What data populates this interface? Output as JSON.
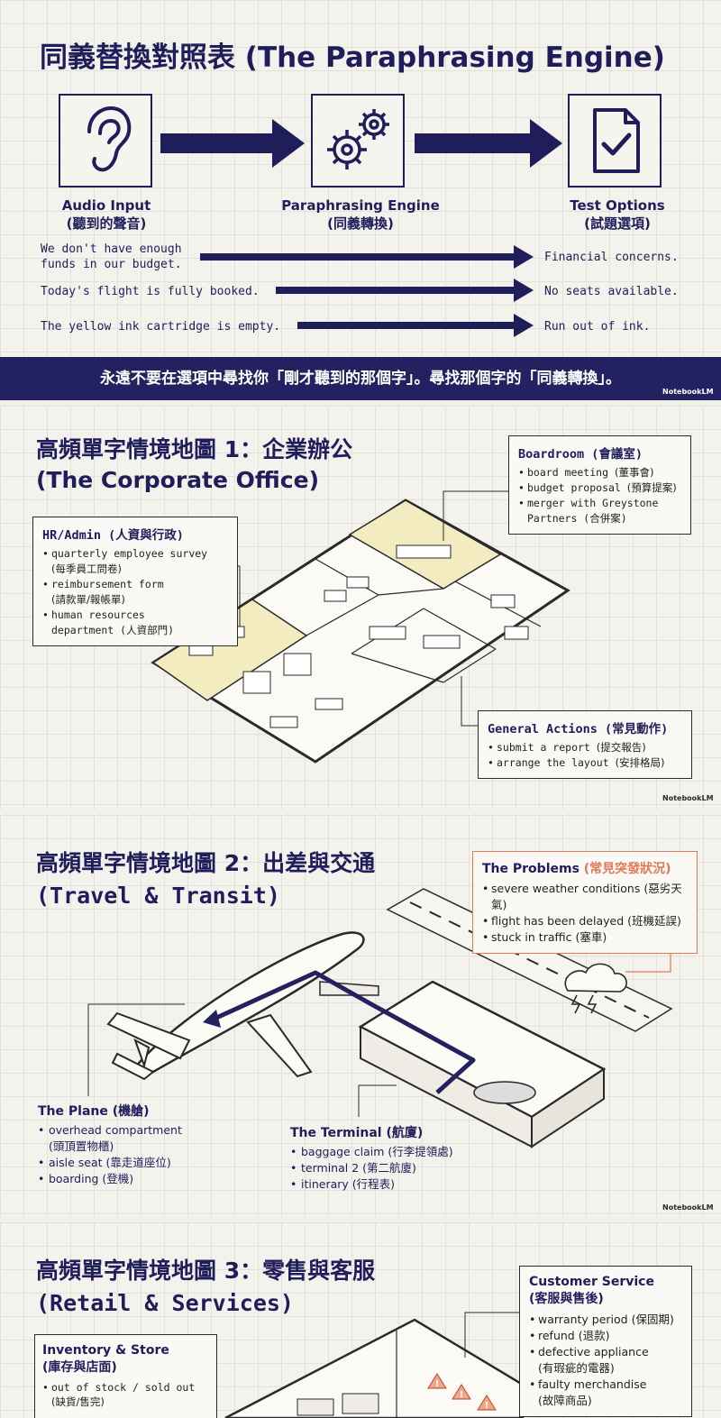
{
  "panel1": {
    "title": "同義替換對照表 (The Paraphrasing Engine)",
    "stages": [
      {
        "en": "Audio Input",
        "zh": "(聽到的聲音)",
        "icon": "ear-icon"
      },
      {
        "en": "Paraphrasing Engine",
        "zh": "(同義轉換)",
        "icon": "gears-icon"
      },
      {
        "en": "Test Options",
        "zh": "(試題選項)",
        "icon": "checklist-icon"
      }
    ],
    "examples": [
      {
        "heard_line1": "We don't have enough",
        "heard_line2": "funds in our budget.",
        "option": "Financial concerns."
      },
      {
        "heard_line1": "Today's flight is fully booked.",
        "heard_line2": "",
        "option": "No seats available."
      },
      {
        "heard_line1": "The yellow ink cartridge is empty.",
        "heard_line2": "",
        "option": "Run out of ink."
      }
    ],
    "banner": "永遠不要在選項中尋找你「剛才聽到的那個字」。尋找那個字的「同義轉換」。",
    "brand": "NotebookLM"
  },
  "panel2": {
    "title_line1": "高頻單字情境地圖 1：企業辦公",
    "title_line2": "(The Corporate Office)",
    "hr": {
      "heading": "HR/Admin (人資與行政)",
      "items": [
        {
          "en": "quarterly employee survey",
          "zh": "(每季員工問卷)"
        },
        {
          "en": "reimbursement form",
          "zh": "(請款單/報帳單)"
        },
        {
          "en": "human resources",
          "zh": "department (人資部門)"
        }
      ]
    },
    "boardroom": {
      "heading": "Boardroom (會議室)",
      "items": [
        {
          "en": "board meeting",
          "zh": "(董事會)"
        },
        {
          "en": "budget proposal",
          "zh": "(預算提案)"
        },
        {
          "en": "merger with Greystone",
          "zh": "Partners (合併案)"
        }
      ]
    },
    "general": {
      "heading": "General Actions (常見動作)",
      "items": [
        {
          "en": "submit a report",
          "zh": "(提交報告)"
        },
        {
          "en": "arrange the layout",
          "zh": "(安排格局)"
        }
      ]
    },
    "brand": "NotebookLM"
  },
  "panel3": {
    "title_line1": "高頻單字情境地圖 2：出差與交通",
    "title_line2": "(Travel & Transit)",
    "problems": {
      "heading_en": "The Problems",
      "heading_zh": "(常見突發狀況)",
      "items": [
        {
          "en": "severe weather conditions",
          "zh": "(惡劣天氣)"
        },
        {
          "en": "flight has been delayed",
          "zh": "(班機延誤)"
        },
        {
          "en": "stuck in traffic",
          "zh": "(塞車)"
        }
      ]
    },
    "plane": {
      "heading": "The Plane (機艙)",
      "items": [
        {
          "en": "overhead compartment",
          "zh": "(頭頂置物櫃)"
        },
        {
          "en": "aisle seat",
          "zh": "(靠走道座位)"
        },
        {
          "en": "boarding",
          "zh": "(登機)"
        }
      ]
    },
    "terminal": {
      "heading": "The Terminal (航廈)",
      "items": [
        {
          "en": "baggage claim",
          "zh": "(行李提領處)"
        },
        {
          "en": "terminal 2",
          "zh": "(第二航廈)"
        },
        {
          "en": "itinerary",
          "zh": "(行程表)"
        }
      ]
    },
    "brand": "NotebookLM"
  },
  "panel4": {
    "title_line1": "高頻單字情境地圖 3：零售與客服",
    "title_line2": "(Retail & Services)",
    "service": {
      "heading_line1": "Customer Service",
      "heading_line2": "(客服與售後)",
      "items": [
        {
          "en": "warranty period",
          "zh": "(保固期)"
        },
        {
          "en": "refund",
          "zh": "(退款)"
        },
        {
          "en": "defective appliance",
          "zh": "(有瑕疵的電器)"
        },
        {
          "en": "faulty merchandise",
          "zh": "(故障商品)"
        }
      ]
    },
    "inventory": {
      "heading_line1": "Inventory & Store",
      "heading_line2": "(庫存與店面)",
      "items": [
        {
          "en": "out of stock / sold out",
          "zh": "(缺貨/售完)"
        }
      ]
    }
  }
}
